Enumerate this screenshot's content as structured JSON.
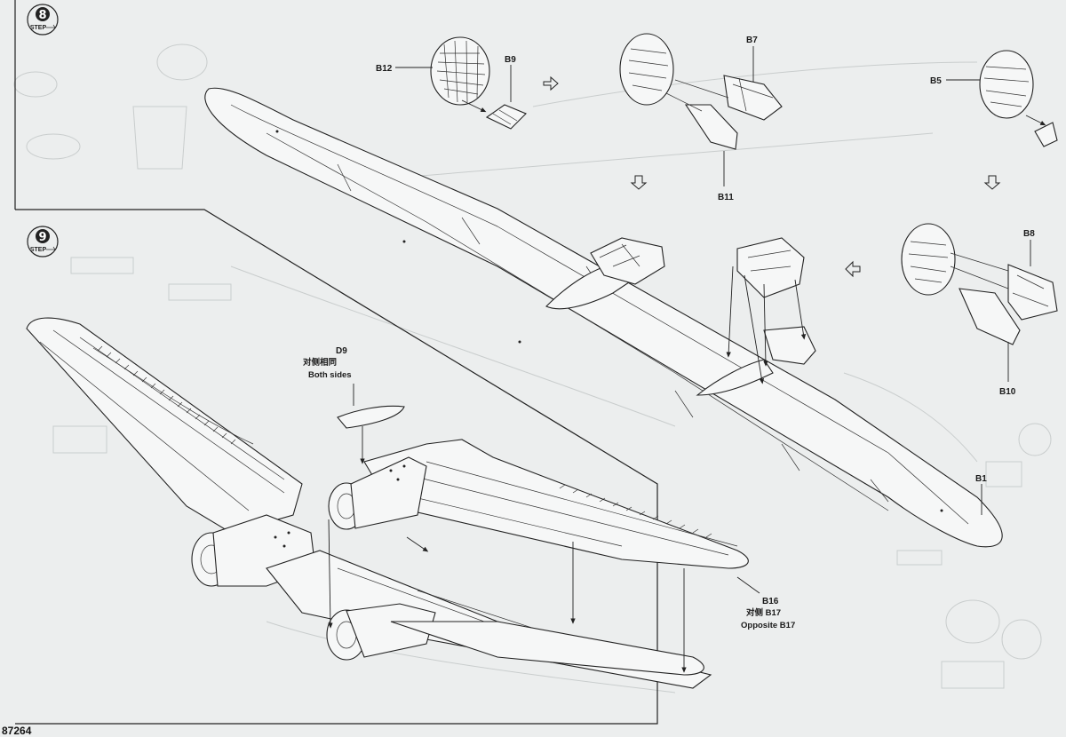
{
  "steps": [
    {
      "number": "8",
      "caption": "STEP"
    },
    {
      "number": "9",
      "caption": "STEP"
    }
  ],
  "parts": {
    "b12": "B12",
    "b9": "B9",
    "b7": "B7",
    "b11": "B11",
    "b5": "B5",
    "b8": "B8",
    "b10": "B10",
    "b1": "B1",
    "d9": "D9",
    "d9_cn": "对侧相同",
    "d9_en": "Both sides",
    "b16": "B16",
    "b16_cn": "对侧 B17",
    "b16_en": "Opposite B17"
  },
  "page_number": "87264",
  "colors": {
    "paper": "#eceeee",
    "ink": "#222222",
    "ghost": "#c9cdcd"
  },
  "icons": [
    "step-badge-icon",
    "flow-arrow-icon"
  ]
}
